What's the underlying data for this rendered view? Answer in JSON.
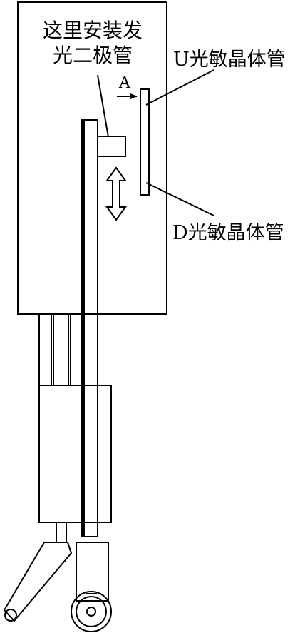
{
  "labels": {
    "diode_line1": "这里安装发",
    "diode_line2": "光二极管",
    "arrow_a": "A",
    "u_transistor": "U光敏晶体管",
    "d_transistor": "D光敏晶体管"
  },
  "colors": {
    "stroke": "#000000",
    "background": "#ffffff"
  }
}
